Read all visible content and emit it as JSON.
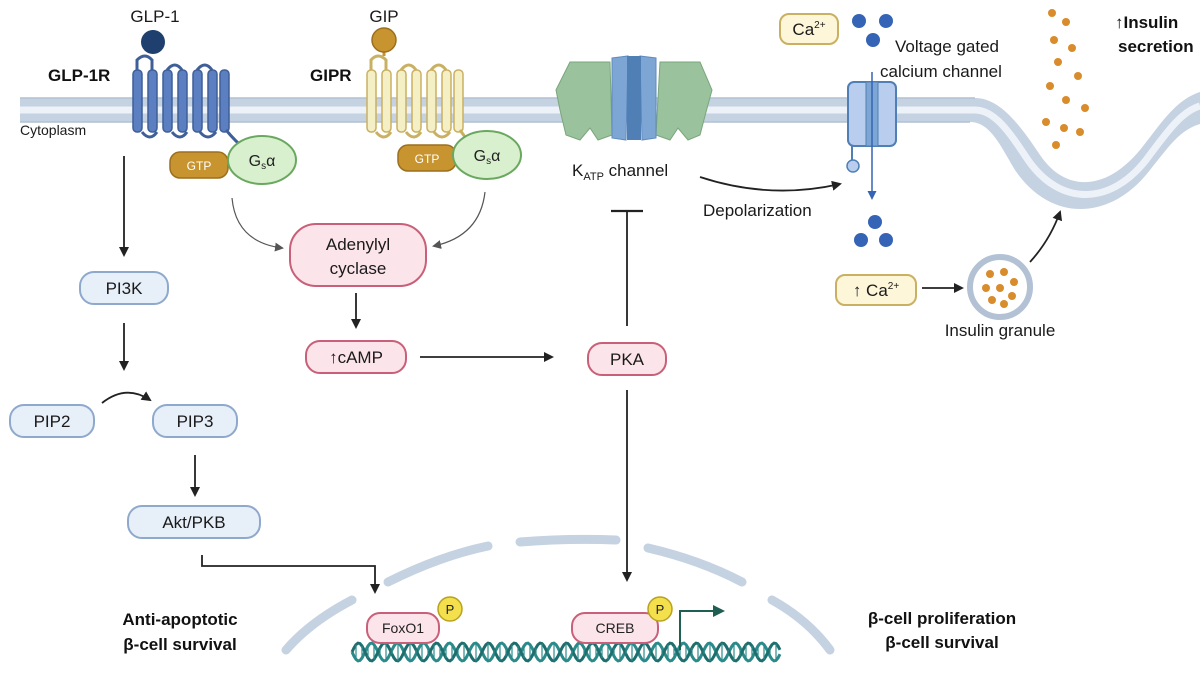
{
  "receptors": {
    "glp1": "GLP-1",
    "glp1r": "GLP-1R",
    "gip": "GIP",
    "gipr": "GIPR",
    "gtp": "GTP",
    "gs_alpha_main": "G",
    "gs_alpha_sub": "s",
    "gs_alpha_greek": "α"
  },
  "compartment": {
    "cytoplasm": "Cytoplasm"
  },
  "katp": {
    "k": "K",
    "sub": "ATP",
    "rest": " channel"
  },
  "calcium": {
    "ca_main": "Ca",
    "ca_sup": "2+",
    "up_ca_prefix": "↑ Ca",
    "up_ca_sup": "2+",
    "vgcc_line1": "Voltage gated",
    "vgcc_line2": "calcium channel",
    "depolarization": "Depolarization"
  },
  "secretion": {
    "line1": "↑Insulin",
    "line2": "secretion",
    "granule": "Insulin granule"
  },
  "nodes": {
    "adenylyl_line1": "Adenylyl",
    "adenylyl_line2": "cyclase",
    "camp": "↑cAMP",
    "pka": "PKA",
    "pi3k": "PI3K",
    "pip2": "PIP2",
    "pip3": "PIP3",
    "akt": "Akt/PKB"
  },
  "nucleus": {
    "foxo1": "FoxO1",
    "creb": "CREB",
    "phospho": "P"
  },
  "outcomes": {
    "left_line1": "Anti-apoptotic",
    "left_line2": "β-cell survival",
    "right_line1": "β-cell proliferation",
    "right_line2": "β-cell survival"
  },
  "colors": {
    "membrane": "#c5d2e1",
    "glp1r": "#5b7fc0",
    "gipr": "#f1e8b2",
    "gtp": "#c8942f",
    "gs_alpha": "#d9f0cf",
    "katp_green": "#9ac29c",
    "katp_blue": "#7ea6d4",
    "insulin": "#d98c2b",
    "calcium": "#3563b5",
    "dna": "#2b8a8a",
    "pink_node": "#fbe4ea"
  }
}
